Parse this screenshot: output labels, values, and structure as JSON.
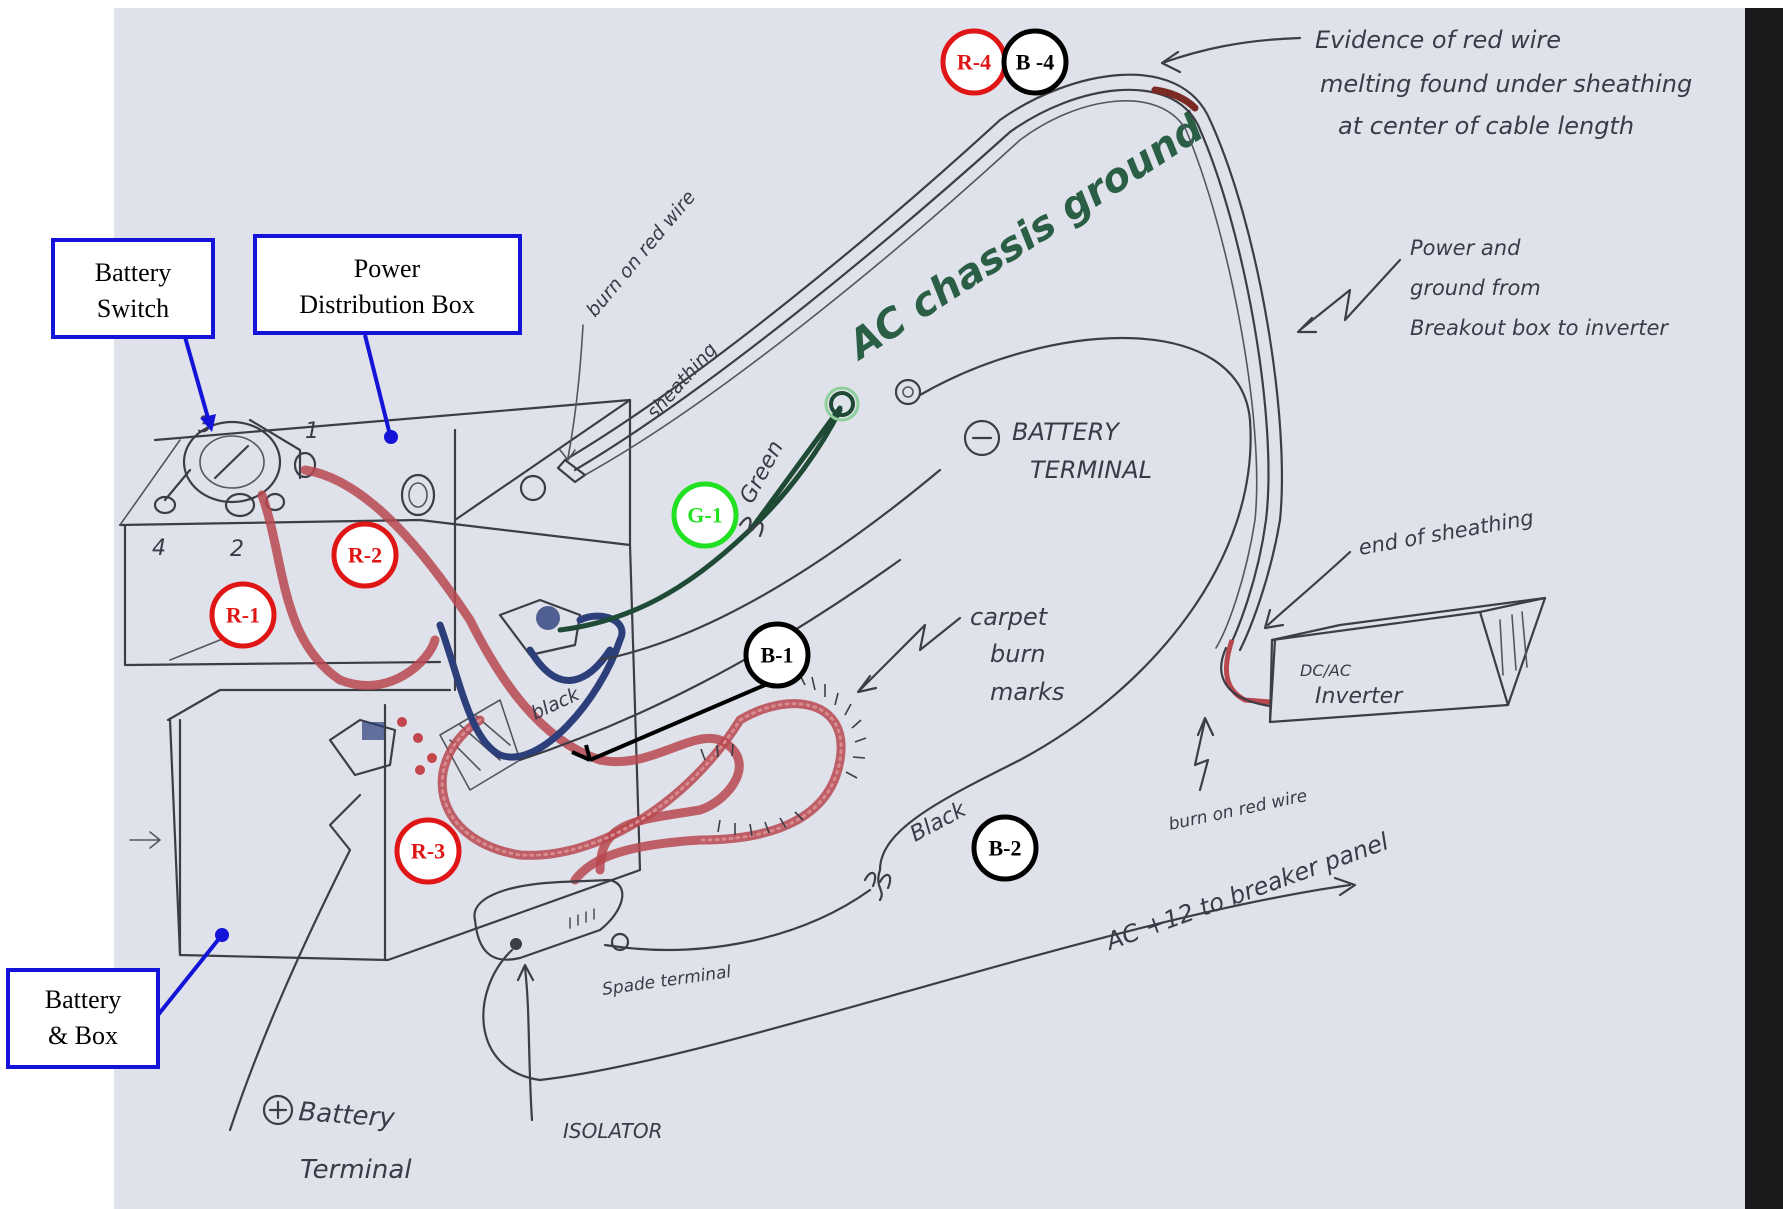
{
  "callouts": {
    "battery_switch": [
      "Battery",
      "Switch"
    ],
    "power_distribution_box": [
      "Power",
      "Distribution Box"
    ],
    "battery_box": [
      "Battery",
      "& Box"
    ]
  },
  "tags": {
    "r1": "R-1",
    "r2": "R-2",
    "r3": "R-3",
    "r4": "R-4",
    "b1": "B-1",
    "b2": "B-2",
    "b4": "B -4",
    "g1": "G-1"
  },
  "handwritten": {
    "evidence": [
      "Evidence of red wire",
      "melting found under sheathing",
      "at center of cable length"
    ],
    "power_ground": [
      "Power and",
      "ground from",
      "Breakout box to inverter"
    ],
    "ac_chassis_ground": "AC chassis ground",
    "neg_battery_terminal": [
      "BATTERY",
      "TERMINAL"
    ],
    "end_of_sheathing": "end of sheathing",
    "carpet_burn": [
      "carpet",
      "burn",
      "marks"
    ],
    "inverter": [
      "DC/AC",
      "Inverter"
    ],
    "burn_on_red_wire_right": "burn on red wire",
    "burn_on_red_wire_top": "burn on red wire",
    "sheathing": "sheathing",
    "green": "Green",
    "black_lower": "black",
    "black_b2": "Black",
    "ac_breaker": "AC +12 to breaker panel",
    "spade_terminal": "Spade terminal",
    "isolator": "ISOLATOR",
    "pos_battery_terminal": [
      "Battery",
      "Terminal"
    ],
    "switch_num_1": "1",
    "switch_num_2": "2",
    "switch_num_3": "3",
    "switch_num_4": "4"
  },
  "colors": {
    "callout_border": "#1414d8",
    "tag_red": "#e01515",
    "tag_black": "#000000",
    "tag_green": "#22e022",
    "paper": "#dfe2ea"
  }
}
